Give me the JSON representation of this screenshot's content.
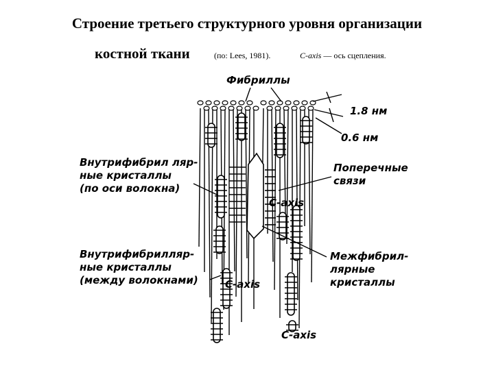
{
  "header": {
    "title_line1": "Строение третьего структурного уровня организации",
    "title_line2": "костной ткани",
    "citation": "(по: Lees, 1981).",
    "caxis_term": "C-axis",
    "caxis_desc": " — ось сцепления."
  },
  "labels": {
    "fibrils": "Фибриллы",
    "dim_1_8": "1.8 нм",
    "dim_0_6": "0.6 нм",
    "intra_axis": "Внутрифибрил ляр-\nные кристаллы\n(по оси волокна)",
    "cross_links": "Поперечные\nсвязи",
    "caxis_1": "C-axis",
    "intra_between": "Внутрифибрилляр-\nные кристаллы\n(между волокнами)",
    "caxis_2": "C-axis",
    "inter": "Межфибрил-\nлярные\nкристаллы",
    "caxis_3": "C-axis"
  }
}
